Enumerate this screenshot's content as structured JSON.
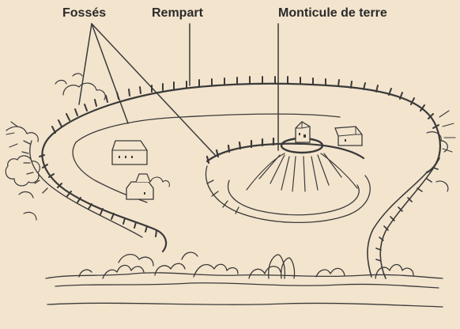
{
  "labels": {
    "fosses": "Fossés",
    "rempart": "Rempart",
    "monticule": "Monticule de terre"
  },
  "colors": {
    "background": "#f3e4cd",
    "ink": "#3a3a3a",
    "text": "#2b2b2b"
  }
}
